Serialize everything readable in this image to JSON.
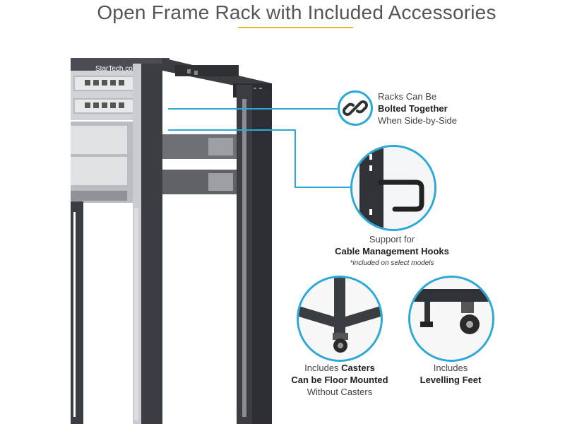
{
  "title": "Open Frame Rack with Included Accessories",
  "brand": "StarTech.com",
  "colors": {
    "accent_gold": "#f0b429",
    "accent_blue": "#2aa8d8",
    "frame_dark": "#3a3d42"
  },
  "callouts": {
    "bolted": {
      "line1": "Racks Can Be",
      "line2": "Bolted Together",
      "line3": "When Side-by-Side",
      "icon": "link-icon"
    },
    "hooks": {
      "line1": "Support for",
      "line2": "Cable Management Hooks",
      "note": "*included on select models"
    },
    "casters": {
      "prefix": "Includes ",
      "bold": "Casters",
      "line2": "Can be Floor Mounted",
      "line3": "Without Casters"
    },
    "feet": {
      "line1": "Includes",
      "line2": "Levelling Feet"
    }
  }
}
